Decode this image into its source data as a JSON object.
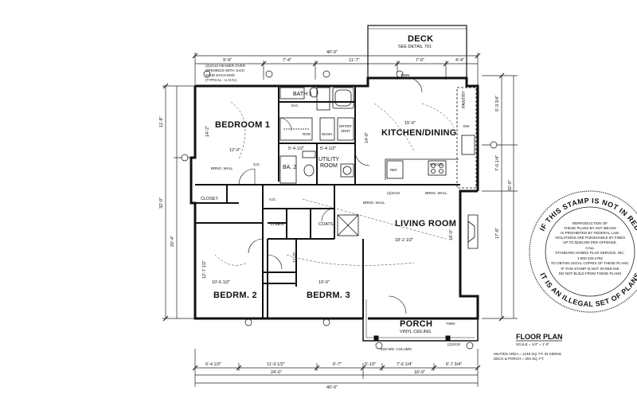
{
  "rooms": {
    "deck": "DECK",
    "deck_note": "SEE DETAIL 701",
    "bath1": "BATH 1",
    "bedroom1": "BEDROOM 1",
    "kitchen": "KITCHEN/DINING",
    "ba2": "BA. 2",
    "utility": "UTILITY",
    "utility2": "ROOM",
    "living": "LIVING ROOM",
    "bedrm2": "BEDRM. 2",
    "bedrm3": "BEDRM. 3",
    "porch": "PORCH",
    "porch_note": "VINYL CEILING",
    "pantry": "PANTRY",
    "closet": "CLOSET",
    "linen": "LINEN",
    "coats": "COATS",
    "mc": "M.C.",
    "wash": "WASH.",
    "dryer": "DRYER",
    "vent": "VENT",
    "ref": "REF.",
    "range": "RANGE",
    "dw": "DW"
  },
  "notes": {
    "header1": "(2)2X10 HEADER OVER",
    "header2": "OPENINGS WITH JACK",
    "header3": "STUD EACH END",
    "header4": "(TYPICAL - U.O.N.)",
    "brng_wall": "BRNG. WALL",
    "header_2x10": "(2)2X10",
    "column": "6X6 WD. COLUMN",
    "sd": "S.D.",
    "twin": "TWIN",
    "rod": "ROD"
  },
  "dims": {
    "top_9_9": "9'-9\"",
    "top_7_4": "7'-4\"",
    "top_11_7": "11'-7\"",
    "top_7_0": "7'-0\"",
    "top_4_4": "4'-4\"",
    "total_40": "40'-0\"",
    "bottom_6_4": "6'-4 1/2\"",
    "bottom_11_0": "11'-0 1/2\"",
    "bottom_6_7": "6'-7\"",
    "bottom_5_10": "5'-10\"",
    "bottom_7_6": "7'-6 1/4\"",
    "bottom_6_7_3": "6'-7 3/4\"",
    "bottom_24": "24'-0\"",
    "bottom_16": "16'-0\"",
    "left_11_8": "11'-8\"",
    "left_32": "32'-0\"",
    "left_20_4": "20'-4\"",
    "right_5_3": "5'-3 3/4\"",
    "right_7_0": "7'-0 1/4\"",
    "right_32": "32'-0\"",
    "right_17_8": "17'-8\"",
    "bed1_w": "12'-0\"",
    "bed1_h": "14'-2\"",
    "kitchen_w": "15'-6\"",
    "kitchen_h": "14'-0\"",
    "living_w": "18'-2 1/2\"",
    "living_h": "18'-0\"",
    "bed2_w": "10'-6 1/2\"",
    "bed2_h": "12'-7 1/2\"",
    "bed3_w": "10'-6\"",
    "bed3_h": "11'-0\"",
    "util_w": "5'-4 1/2\"",
    "util_w2": "5'-4 1/2\""
  },
  "legend": {
    "title": "FLOOR PLAN",
    "scale": "SCALE = 1/4\" = 1'-0\"",
    "heated": "HEATED AREA = 1248 SQ. FT. IN SIDING",
    "deck_porch": "DECK & PORCH = 204 SQ. FT."
  },
  "stamp": {
    "top": "IF THIS STAMP IS NOT IN RED",
    "bottom": "IT IS AN ILLEGAL SET OF PLANS",
    "l1": "REPRODUCTION OF",
    "l2": "THESE PLANS BY ANY MEANS",
    "l3": "IS PROHIBITED BY FEDERAL LAW.",
    "l4": "VIOLATIONS ARE PUNISHABLE BY FINES",
    "l5": "UP TO $100,000 PER OFFENSE.",
    "l6": "CALL",
    "l7": "STANDARD HOMES PLAN SERVICE, INC.",
    "l8": "1-800-333-2782",
    "l9": "TO OBTAIN LEGAL COPIES OF THESE PLANS.",
    "l10": "IF THIS STAMP IS NOT IN RED INK",
    "l11": "DO NOT BUILD FROM THESE PLANS"
  }
}
